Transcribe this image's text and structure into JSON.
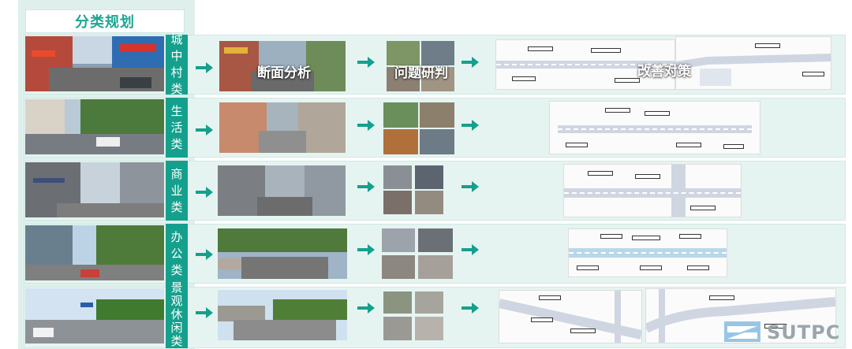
{
  "title": "分类规划",
  "categories": [
    {
      "label": [
        "城",
        "中",
        "村",
        "类"
      ],
      "overlays": [
        "断面分析",
        "问题研判",
        "改善对策"
      ]
    },
    {
      "label": [
        "生",
        "活",
        "类"
      ],
      "overlays": []
    },
    {
      "label": [
        "商",
        "业",
        "类"
      ],
      "overlays": []
    },
    {
      "label": [
        "办",
        "公",
        "类"
      ],
      "overlays": []
    },
    {
      "label": [
        "景",
        "观",
        "休",
        "闲",
        "类"
      ],
      "overlays": []
    }
  ],
  "logo": {
    "text": "SUTPC"
  },
  "colors": {
    "accent": "#14a08c",
    "title_text": "#1aa693",
    "row_bg": "#e6f4f1",
    "panel_bg": "#dff0ec"
  }
}
